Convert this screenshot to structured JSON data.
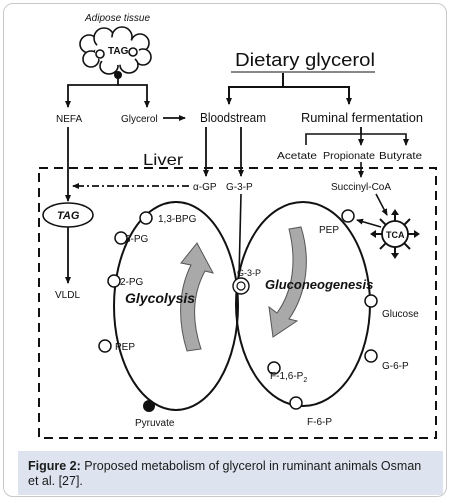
{
  "labels": {
    "adipose_tissue": "Adipose tissue",
    "tag_top": "TAG",
    "nefa": "NEFA",
    "glycerol": "Glycerol",
    "dietary_glycerol": "Dietary glycerol",
    "bloodstream": "Bloodstream",
    "ruminal_fermentation": "Ruminal fermentation",
    "acetate": "Acetate",
    "propionate": "Propionate",
    "butyrate": "Butyrate",
    "liver": "Liver",
    "alpha_gp": "α-GP",
    "g3p_top": "G-3-P",
    "succinyl_coa": "Succinyl-CoA",
    "tag_liver": "TAG",
    "vldl": "VLDL",
    "pg3": "3-PG",
    "bpg13": "1,3-BPG",
    "pg2": "2-PG",
    "pep_left": "PEP",
    "pyruvate": "Pyruvate",
    "glycolysis": "Glycolysis",
    "g3p_center": "G-3-P",
    "gluconeogenesis": "Gluconeogenesis",
    "pep_right": "PEP",
    "tca": "TCA",
    "glucose": "Glucose",
    "g6p": "G-6-P",
    "f16p_main": "F-1,6-P",
    "f16p_sub": "2",
    "f6p": "F-6-P"
  },
  "caption": {
    "prefix": "Figure 2:",
    "text": " Proposed metabolism of glycerol in ruminant animals Osman et al. [27]."
  },
  "colors": {
    "ink": "#111111",
    "shade": "#a9a9a9",
    "caption_bg": "#dde4f0"
  }
}
